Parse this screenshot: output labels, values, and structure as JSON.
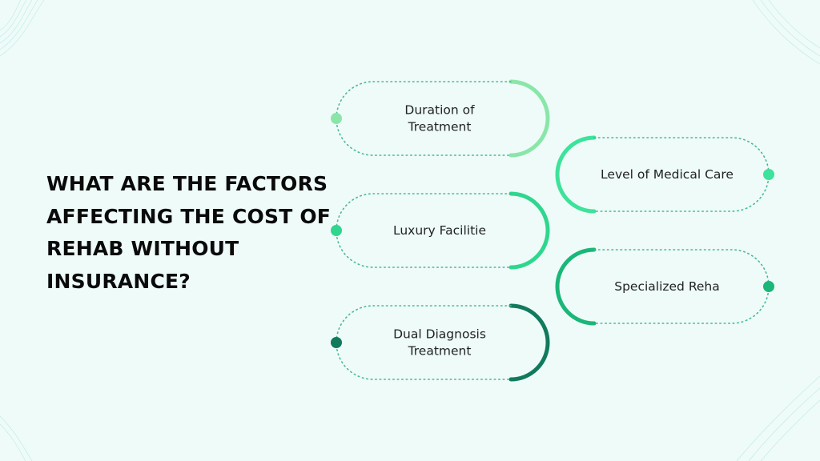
{
  "title": "WHAT ARE THE FACTORS AFFECTING THE COST OF REHAB WITHOUT INSURANCE?",
  "factors": [
    {
      "lines": [
        "Duration of",
        "Treatment"
      ],
      "side": "left",
      "color": "#8ae6a8"
    },
    {
      "lines": [
        "Level of Medical Care"
      ],
      "side": "right",
      "color": "#3ee29a"
    },
    {
      "lines": [
        "Luxury Facilitie"
      ],
      "side": "left",
      "color": "#2fd68e"
    },
    {
      "lines": [
        "Specialized Reha"
      ],
      "side": "right",
      "color": "#1bb679"
    },
    {
      "lines": [
        "Dual Diagnosis",
        "Treatment"
      ],
      "side": "left",
      "color": "#117a5c"
    }
  ],
  "colors": {
    "background": "#eefbf9",
    "dotted_line": "#4bb896",
    "text": "#222222",
    "title": "#0a0a0a"
  }
}
